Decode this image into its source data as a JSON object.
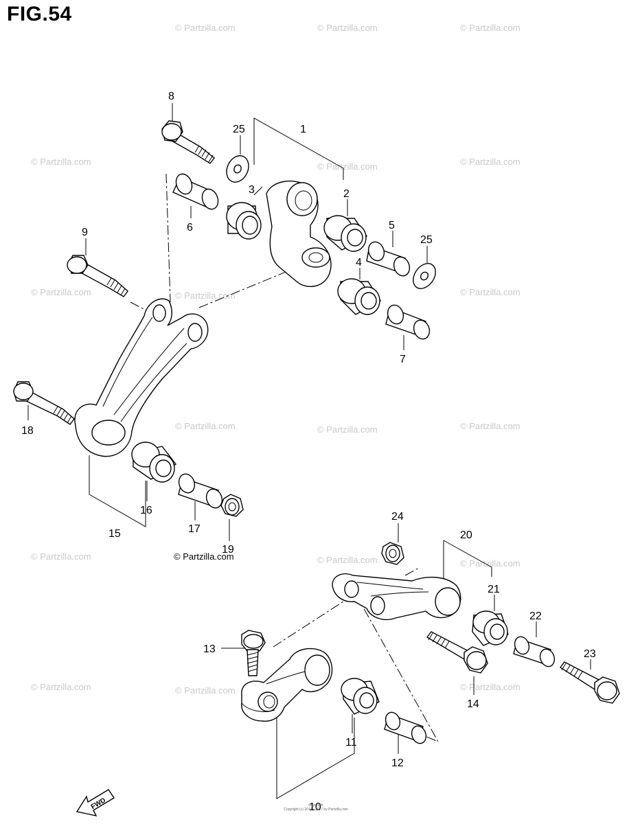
{
  "figure": {
    "title": "FIG.54"
  },
  "credit": {
    "text": "© Partzilla.com"
  },
  "watermark": {
    "text": "© Partzilla.com"
  },
  "footer": {
    "line1": "Copyright",
    "line2": "Copyright (c) 2014 - 2017 by Partzilla.com"
  },
  "fwd_label": "FWD",
  "callouts": [
    {
      "num": "1"
    },
    {
      "num": "2"
    },
    {
      "num": "3"
    },
    {
      "num": "4"
    },
    {
      "num": "5"
    },
    {
      "num": "6"
    },
    {
      "num": "7"
    },
    {
      "num": "8"
    },
    {
      "num": "9"
    },
    {
      "num": "10"
    },
    {
      "num": "11"
    },
    {
      "num": "12"
    },
    {
      "num": "13"
    },
    {
      "num": "14"
    },
    {
      "num": "15"
    },
    {
      "num": "16"
    },
    {
      "num": "17"
    },
    {
      "num": "18"
    },
    {
      "num": "19"
    },
    {
      "num": "20"
    },
    {
      "num": "21"
    },
    {
      "num": "22"
    },
    {
      "num": "23"
    },
    {
      "num": "24"
    },
    {
      "num": "25"
    },
    {
      "num": "25"
    }
  ]
}
